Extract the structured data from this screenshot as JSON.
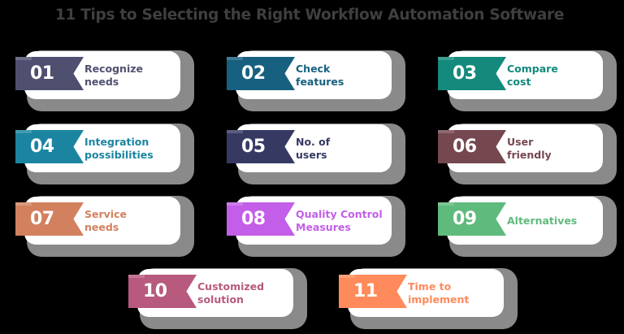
{
  "title": "11 Tips to Selecting the Right Workflow Automation Software",
  "tips": [
    {
      "number": "01",
      "label": "Recognize\nneeds",
      "color": "#4f5070"
    },
    {
      "number": "02",
      "label": "Check\nfeatures",
      "color": "#17607f"
    },
    {
      "number": "03",
      "label": "Compare\ncost",
      "color": "#138a7c"
    },
    {
      "number": "04",
      "label": "Integration\npossibilities",
      "color": "#1b85a1"
    },
    {
      "number": "05",
      "label": "No. of\nusers",
      "color": "#363a63"
    },
    {
      "number": "06",
      "label": "User\nfriendly",
      "color": "#75474f"
    },
    {
      "number": "07",
      "label": "Service\nneeds",
      "color": "#d2805e"
    },
    {
      "number": "08",
      "label": "Quality Control\nMeasures",
      "color": "#c35ee8"
    },
    {
      "number": "09",
      "label": "Alternatives",
      "color": "#5fba7d"
    },
    {
      "number": "10",
      "label": "Customized\nsolution",
      "color": "#b75a7e"
    },
    {
      "number": "11",
      "label": "Time to\nimplement",
      "color": "#ff8a5b"
    }
  ]
}
